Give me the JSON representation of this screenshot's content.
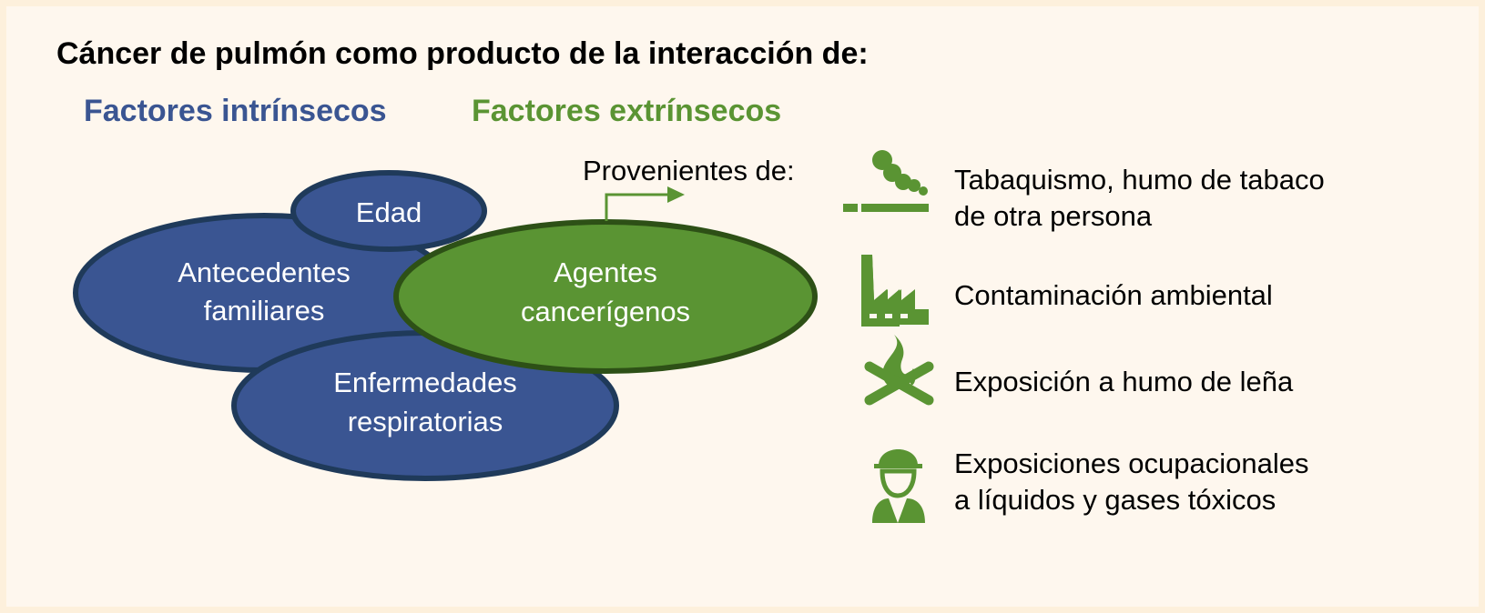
{
  "title": "Cáncer de pulmón como producto de la interacción de:",
  "intrinsic": {
    "heading": "Factores intrínsecos",
    "factors": [
      {
        "line1": "Antecedentes",
        "line2": "familiares"
      },
      {
        "line1": "Enfermedades",
        "line2": "respiratorias"
      },
      {
        "line1": "Edad"
      }
    ]
  },
  "extrinsic": {
    "heading": "Factores extrínsecos",
    "agent": {
      "line1": "Agentes",
      "line2": "cancerígenos"
    },
    "sources_label": "Provenientes de:",
    "sources": [
      {
        "icon": "cigarette-icon",
        "line1": "Tabaquismo, humo de tabaco",
        "line2": "de otra persona"
      },
      {
        "icon": "factory-icon",
        "line1": "Contaminación ambiental"
      },
      {
        "icon": "campfire-icon",
        "line1": "Exposición a humo de leña"
      },
      {
        "icon": "worker-icon",
        "line1": "Exposiciones ocupacionales",
        "line2": "a líquidos y gases tóxicos"
      }
    ]
  },
  "colors": {
    "blue": "#3a5592",
    "green": "#5a9433",
    "background": "#fef7ee"
  }
}
